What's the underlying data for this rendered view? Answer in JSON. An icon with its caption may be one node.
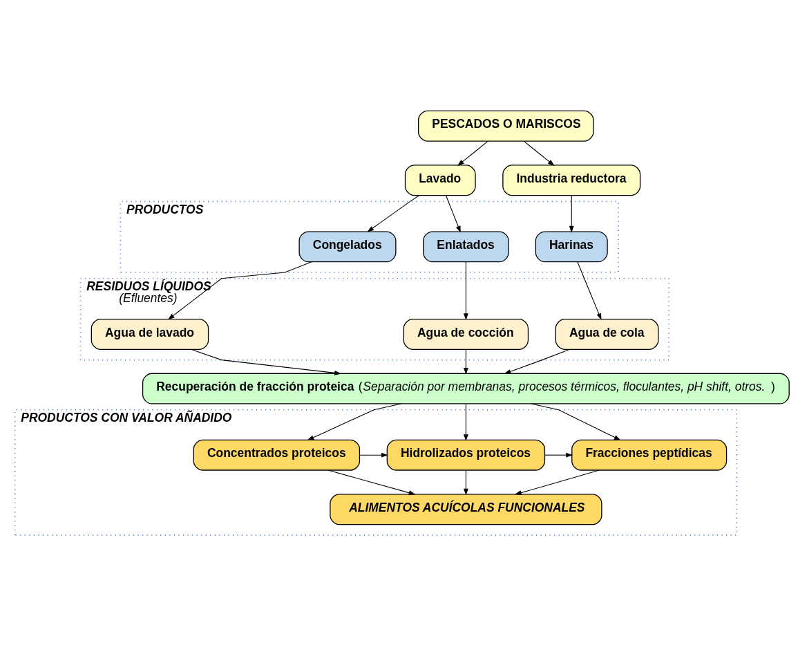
{
  "diagram": {
    "nodes": [
      {
        "text": [
          "PESCADOS O MARISCOS"
        ]
      },
      {
        "text": [
          "Lavado"
        ]
      },
      {
        "text": [
          "Industria reductora"
        ]
      },
      {
        "text": [
          "PRODUCTOS"
        ]
      },
      {
        "text": [
          "Enlatados"
        ],
        "in": 3
      },
      {
        "text": [
          "Congelados"
        ],
        "in": 3
      },
      {
        "text": [
          "Harinas"
        ],
        "in": 3
      },
      {
        "text": [
          "RESIDUOS LÍQUIDOS",
          "(Efluentes)"
        ]
      },
      {
        "text": [
          "Agua de cocción"
        ],
        "in": 7
      },
      {
        "text": [
          "Agua de lavado"
        ],
        "in": 7
      },
      {
        "text": [
          "Agua de cola"
        ],
        "in": 7
      },
      {
        "text": [
          "Recuperación de fracción proteica (*Separación por membranas, procesos térmicos, floculantes, pH shift, otros.*)"
        ]
      },
      {
        "text": [
          "PRODUCTOS CON VALOR AÑADIDO"
        ]
      },
      {
        "text": [
          "Concentrados proteicos"
        ],
        "in": 12
      },
      {
        "text": [
          "Hidrolizados proteicos"
        ],
        "in": 12
      },
      {
        "text": [
          "Fracciones peptídicas"
        ],
        "in": 12
      },
      {
        "text": [
          "ALIMENTOS ACUÍCOLAS FUNCIONALES"
        ],
        "in": 12
      }
    ],
    "edges": [
      {
        "from": 0,
        "to": 1,
        "arrow": "to"
      },
      {
        "from": 0,
        "to": 2,
        "arrow": "to"
      },
      {
        "from": 1,
        "to": 4,
        "arrow": "to"
      },
      {
        "from": 1,
        "to": 5,
        "arrow": "to"
      },
      {
        "from": 2,
        "to": 6,
        "arrow": "to"
      },
      {
        "from": 4,
        "to": 8,
        "arrow": "to"
      },
      {
        "from": 5,
        "to": 9,
        "arrow": "to"
      },
      {
        "from": 6,
        "to": 10,
        "arrow": "to"
      },
      {
        "from": 8,
        "to": 11,
        "arrow": "to"
      },
      {
        "from": 9,
        "to": 11,
        "arrow": "to"
      },
      {
        "from": 10,
        "to": 11,
        "arrow": "to"
      },
      {
        "from": 11,
        "to": 13,
        "arrow": "to"
      },
      {
        "from": 11,
        "to": 14,
        "arrow": "to"
      },
      {
        "from": 11,
        "to": 15,
        "arrow": "to"
      },
      {
        "from": 13,
        "to": 14,
        "arrow": "to"
      },
      {
        "from": 14,
        "to": 15,
        "arrow": "to"
      },
      {
        "from": 13,
        "to": 16,
        "arrow": "to"
      },
      {
        "from": 14,
        "to": 16,
        "arrow": "to"
      },
      {
        "from": 15,
        "to": 16,
        "arrow": "to"
      }
    ]
  }
}
